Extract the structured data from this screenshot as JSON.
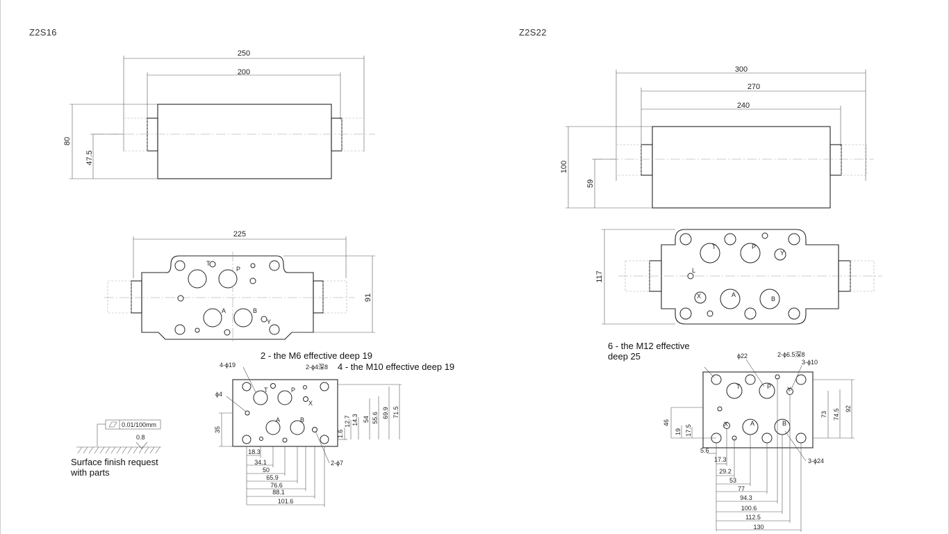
{
  "left": {
    "title": "Z2S16",
    "side_dims": {
      "overall": "250",
      "body": "200",
      "height": "80",
      "center": "47.5"
    },
    "top_dims": {
      "width": "225",
      "height": "91"
    },
    "port_labels": [
      "T",
      "P",
      "A",
      "B",
      "Y"
    ],
    "notes": {
      "m6": "2 - the M6 effective deep 19",
      "m10": "4 - the M10 effective deep 19"
    },
    "face": {
      "callouts": {
        "d19": "4-ϕ19",
        "d4deep": "2-ϕ4深8",
        "d4": "ϕ4",
        "d7": "2-ϕ7"
      },
      "labels": [
        "T",
        "P",
        "X",
        "A",
        "B"
      ],
      "v35": "35",
      "heights": [
        "1.6",
        "12.7",
        "14.3",
        "54",
        "55.6",
        "69.9",
        "71.5"
      ],
      "horizontals": [
        "18.3",
        "34.1",
        "50",
        "65.9",
        "76.6",
        "88.1",
        "101.6"
      ]
    },
    "finish": {
      "flatness": "0.01/100mm",
      "roughness": "0.8",
      "line1": "Surface finish request",
      "line2": "with parts"
    }
  },
  "right": {
    "title": "Z2S22",
    "side_dims": {
      "overall": "300",
      "mid": "270",
      "body": "240",
      "height": "100",
      "center": "59"
    },
    "top_dims": {
      "height": "117"
    },
    "port_labels": [
      "T",
      "P",
      "Y",
      "L",
      "X",
      "A",
      "B"
    ],
    "note_line1": "6 - the M12 effective",
    "note_line2": "deep 25",
    "face": {
      "callouts": {
        "d22": "ϕ22",
        "d65": "2-ϕ6.5深8",
        "d10": "3-ϕ10",
        "d24": "3-ϕ24"
      },
      "labels": [
        "T",
        "P",
        "Y",
        "X",
        "A",
        "B"
      ],
      "verticals_left": [
        "46",
        "19",
        "17.5"
      ],
      "verticals_right": [
        "73",
        "74.5",
        "92"
      ],
      "horizontals": [
        "5.6",
        "17.3",
        "29.2",
        "53",
        "77",
        "94.3",
        "100.6",
        "112.5",
        "130"
      ]
    }
  }
}
